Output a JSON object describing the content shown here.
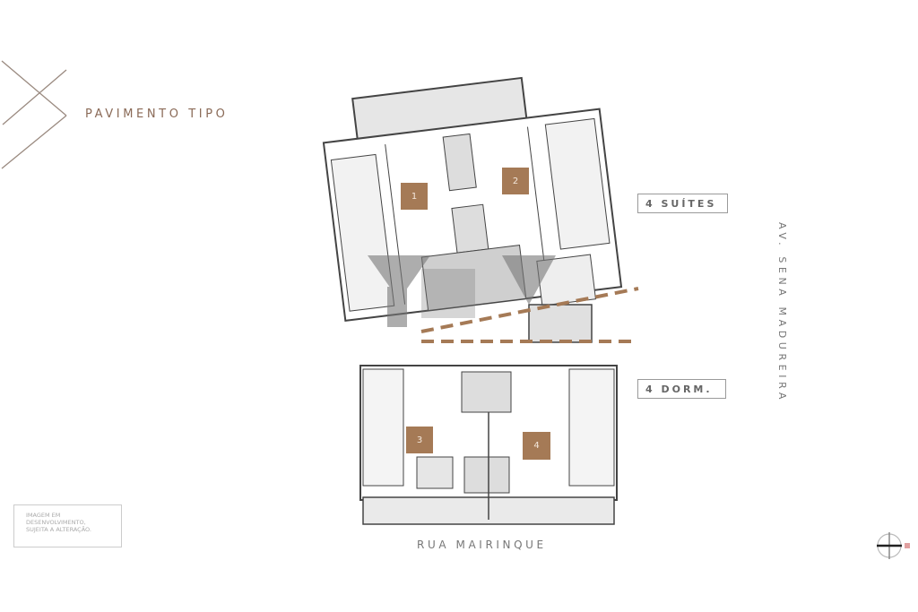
{
  "header": {
    "title": "PAVIMENTO TIPO"
  },
  "labels": {
    "suites": "4 SUÍTES",
    "dorm": "4 DORM."
  },
  "streets": {
    "right": "AV. SENA MADUREIRA",
    "bottom": "RUA MAIRINQUE"
  },
  "disclaimer": {
    "lines": [
      "IMAGEM EM",
      "DESENVOLVIMENTO,",
      "SUJEITA A ALTERAÇÃO."
    ]
  },
  "units": [
    {
      "number": "1"
    },
    {
      "number": "2"
    },
    {
      "number": "3"
    },
    {
      "number": "4"
    }
  ],
  "colors": {
    "accent": "#a57a56",
    "line": "#555555",
    "text": "#8a6a57"
  },
  "icons": {
    "logo": "crossed-lines-chevron",
    "compass": "north-compass-icon"
  }
}
